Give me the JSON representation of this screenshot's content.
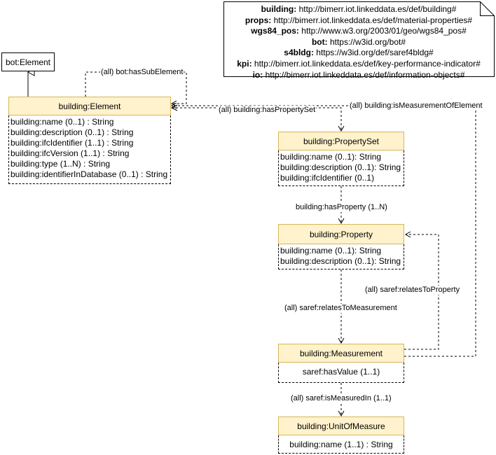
{
  "namespaces": [
    {
      "prefix": "building:",
      "uri": "http://bimerr.iot.linkeddata.es/def/building#"
    },
    {
      "prefix": "props:",
      "uri": "http://bimerr.iot.linkeddata.es/def/material-properties#"
    },
    {
      "prefix": "wgs84_pos:",
      "uri": "http://www.w3.org/2003/01/geo/wgs84_pos#"
    },
    {
      "prefix": "bot:",
      "uri": "https://w3id.org/bot#"
    },
    {
      "prefix": "s4bldg:",
      "uri": "https://w3id.org/def/saref4bldg#"
    },
    {
      "prefix": "kpi:",
      "uri": "http://bimerr.iot.linkeddata.es/def/key-performance-indicator#"
    },
    {
      "prefix": "io:",
      "uri": "http://bimerr.iot.linkeddata.es/def/information-objects#"
    }
  ],
  "classes": {
    "bot_element": {
      "name": "bot:Element"
    },
    "element": {
      "name": "building:Element",
      "attributes": [
        "building:name (0..1) : String",
        "building:description (0..1) : String",
        "building:ifcIdentifier (1..1) : String",
        "building:ifcVersion (1..1) : String",
        "building:type (1..N) : String",
        "building:identifierInDatabase (0..1) : String"
      ]
    },
    "property_set": {
      "name": "building:PropertySet",
      "attributes": [
        "building:name (0..1): String",
        "building:description (0..1): String",
        "building:ifcIdentifier (0..1)"
      ]
    },
    "property": {
      "name": "building:Property",
      "attributes": [
        "building:name (0..1): String",
        "building:description (0..1): String"
      ]
    },
    "measurement": {
      "name": "building:Measurement",
      "attributes": [
        "saref:hasValue (1..1)"
      ]
    },
    "unit": {
      "name": "building:UnitOfMeasure",
      "attributes": [
        "building:name (1..1) : String"
      ]
    }
  },
  "relations": {
    "has_sub_element": "(all) bot:hasSubElement",
    "has_property_set": "(all) building:hasPropertySet",
    "is_measurement_of_element": "(all) building:isMeasurementOfElement",
    "has_property": "building:hasProperty (1..N)",
    "relates_to_property": "(all) saref:relatesToProperty",
    "relates_to_measurement": "(all) saref:relatesToMeasurement",
    "is_measured_in": "(all) saref:isMeasuredIn (1..1)"
  }
}
